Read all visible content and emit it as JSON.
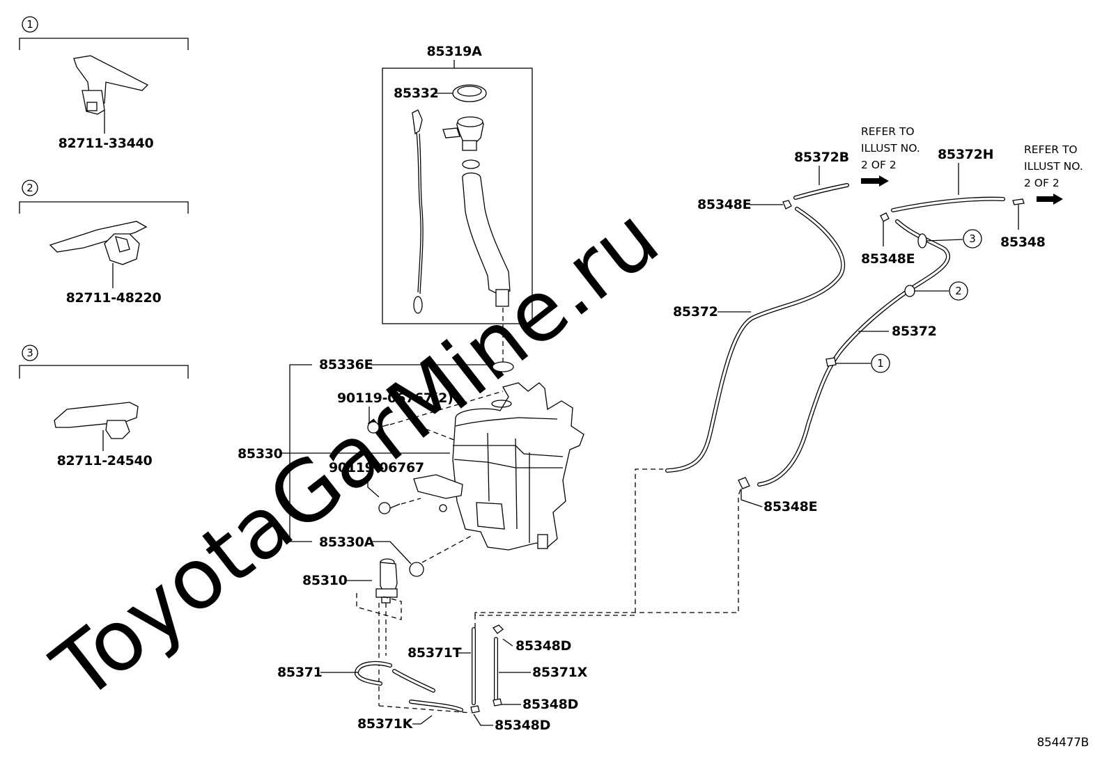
{
  "watermark": "ToyotaGarMine.ru",
  "drawing_number": "854477B",
  "insets": [
    {
      "index": "1",
      "part": "82711-33440"
    },
    {
      "index": "2",
      "part": "82711-48220"
    },
    {
      "index": "3",
      "part": "82711-24540"
    }
  ],
  "labels": {
    "l85319A": "85319A",
    "l85332": "85332",
    "l85336E": "85336E",
    "l90119_2": "90119-06767(2)",
    "l85330": "85330",
    "l90119": "90119-06767",
    "l85330A": "85330A",
    "l85310": "85310",
    "l85371T": "85371T",
    "l85348D_1": "85348D",
    "l85371": "85371",
    "l85371X": "85371X",
    "l85348D_2": "85348D",
    "l85371K": "85371K",
    "l85348D_3": "85348D",
    "l85372B": "85372B",
    "l85348E_1": "85348E",
    "l85372H": "85372H",
    "l85348E_2": "85348E",
    "l85348": "85348",
    "l85372_1": "85372",
    "l85372_2": "85372",
    "l85348E_3": "85348E"
  },
  "callouts": {
    "c1": "1",
    "c2": "2",
    "c3": "3"
  },
  "refer_notes": [
    {
      "line1": "REFER TO",
      "line2": "ILLUST NO.",
      "line3": "2 OF 2"
    },
    {
      "line1": "REFER TO",
      "line2": "ILLUST NO.",
      "line3": "2 OF 2"
    }
  ]
}
